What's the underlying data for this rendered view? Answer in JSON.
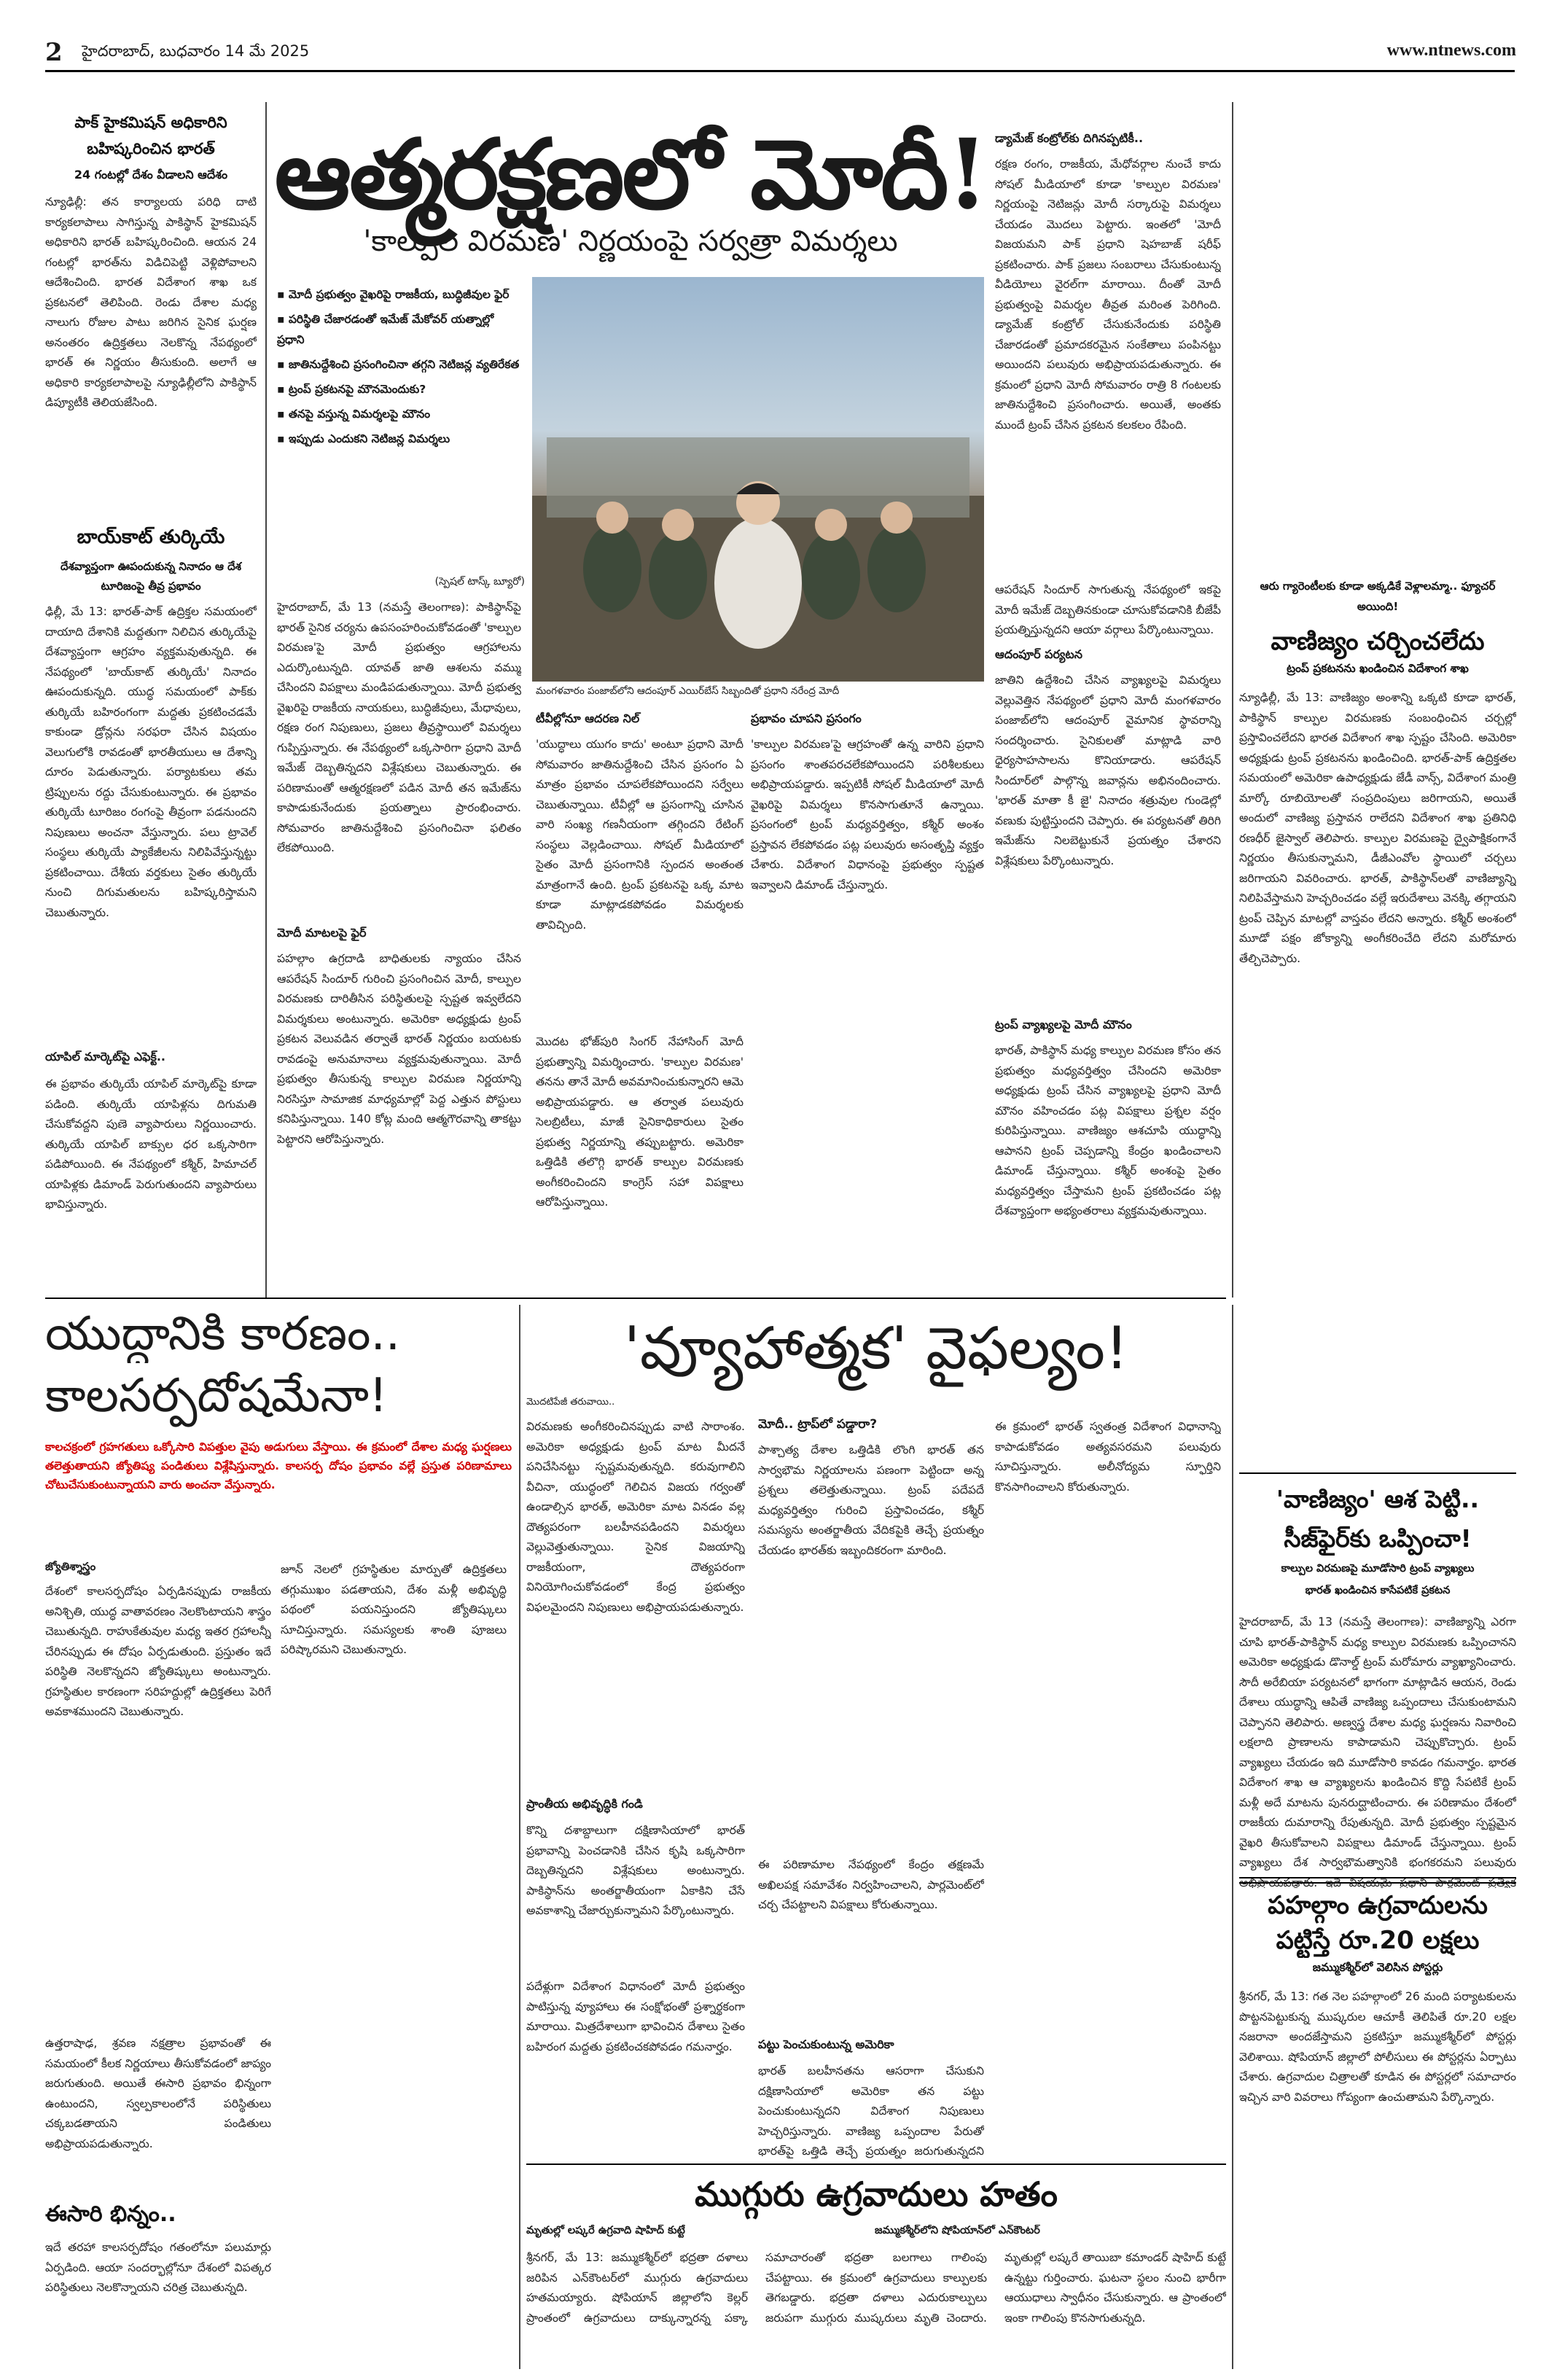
{
  "page_header": {
    "page_number": "2",
    "location_date": "హైదరాబాద్‌, బుధవారం 14 మే 2025",
    "website": "www.ntnews.com"
  },
  "col1_top": {
    "headline": "పాక్‌ హైకమిషన్‌ అధికారిని బహిష్కరించిన భారత్‌",
    "subhead": "24 గంటల్లో దేశం వీడాలని ఆదేశం",
    "body": "న్యూఢిల్లీ: తన కార్యాలయ పరిధి దాటి కార్యకలాపాలు సాగిస్తున్న పాకిస్థాన్‌ హైకమిషన్‌ అధికారిని భారత్‌ బహిష్కరించింది. ఆయన 24 గంటల్లో భారత్‌ను విడిచిపెట్టి వెళ్లిపోవాలని ఆదేశించింది. భారత విదేశాంగ శాఖ ఒక ప్రకటనలో తెలిపింది. రెండు దేశాల మధ్య నాలుగు రోజుల పాటు జరిగిన సైనిక ఘర్షణ అనంతరం ఉద్రిక్తతలు నెలకొన్న నేపథ్యంలో భారత్‌ ఈ నిర్ణయం తీసుకుంది. అలాగే ఆ అధికారి కార్యకలాపాలపై న్యూఢిల్లీలోని పాకిస్థాన్‌ డిప్యూటీకి తెలియజేసింది."
  },
  "col1_boycott": {
    "headline": "బాయ్‌కాట్‌ తుర్కియే",
    "subhead": "దేశవ్యాప్తంగా ఊపందుకున్న నినాదం ఆ దేశ టూరిజంపై తీవ్ర ప్రభావం",
    "body": "ఢిల్లీ, మే 13: భారత్‌-పాక్‌ ఉద్రిక్తల సమయంలో దాయాది దేశానికి మద్దతుగా నిలిచిన తుర్కియేపై దేశవ్యాప్తంగా ఆగ్రహం వ్యక్తమవుతున్నది. ఈ నేపథ్యంలో 'బాయ్‌కాట్‌ తుర్కియే' నినాదం ఊపందుకున్నది. యుద్ధ సమయంలో పాక్‌కు తుర్కియే బహిరంగంగా మద్దతు ప్రకటించడమే కాకుండా డ్రోన్లను సరఫరా చేసిన విషయం వెలుగులోకి రావడంతో భారతీయులు ఆ దేశాన్ని దూరం పెడుతున్నారు. పర్యాటకులు తమ ట్రిప్పులను రద్దు చేసుకుంటున్నారు. ఈ ప్రభావం తుర్కియే టూరిజం రంగంపై తీవ్రంగా పడనుందని నిపుణులు అంచనా వేస్తున్నారు. పలు ట్రావెల్‌ సంస్థలు తుర్కియే ప్యాకేజీలను నిలిపివేస్తున్నట్టు ప్రకటించాయి. దేశీయ వర్తకులు సైతం తుర్కియే నుంచి దిగుమతులను బహిష్కరిస్తామని చెబుతున్నారు.",
    "sub2": "యాపిల్‌ మార్కెట్‌పై ఎఫెక్ట్‌..",
    "body2": "ఈ ప్రభావం తుర్కియే యాపిల్‌ మార్కెట్‌పై కూడా పడింది. తుర్కియే యాపిళ్లను దిగుమతి చేసుకోవద్దని పుణె వ్యాపారులు నిర్ణయించారు. తుర్కియే యాపిల్‌ బాక్సుల ధర ఒక్కసారిగా పడిపోయింది. ఈ నేపథ్యంలో కశ్మీర్‌, హిమాచల్‌ యాపిళ్లకు డిమాండ్‌ పెరుగుతుందని వ్యాపారులు భావిస్తున్నారు."
  },
  "main_story": {
    "headline": "ఆత్మరక్షణలో మోదీ!",
    "subheadline": "'కాల్పుల విరమణ' నిర్ణయంపై సర్వత్రా విమర్శలు",
    "bullets": [
      "మోదీ ప్రభుత్వం వైఖరిపై రాజకీయ, బుద్ధిజీవుల ఫైర్‌",
      "పరిస్థితి చేజారడంతో ఇమేజ్‌ మేకోవర్‌ యత్నాల్లో ప్రధాని",
      "జాతినుద్దేశించి ప్రసంగించినా తగ్గని నెటిజన్ల వ్యతిరేకత",
      "ట్రంప్‌ ప్రకటనపై మౌనమెందుకు?",
      "తనపై వస్తున్న విమర్శలపై మౌనం",
      "ఇప్పుడు ఎందుకని నెటిజన్ల విమర్శలు"
    ],
    "byline": "(స్పెషల్‌ టాస్క్‌ బ్యూరో)",
    "body_a": "హైదరాబాద్‌, మే 13 (నమస్తే తెలంగాణ): పాకిస్థాన్‌పై భారత్‌ సైనిక చర్యను ఉపసంహరించుకోవడంతో 'కాల్పుల విరమణ'పై మోదీ ప్రభుత్వం ఆగ్రహాలను ఎదుర్కొంటున్నది. యావత్‌ జాతి ఆశలను వమ్ము చేసిందని విపక్షాలు మండిపడుతున్నాయి. మోదీ ప్రభుత్వ వైఖరిపై రాజకీయ నాయకులు, బుద్ధిజీవులు, మేధావులు, రక్షణ రంగ నిపుణులు, ప్రజలు తీవ్రస్థాయిలో విమర్శలు గుప్పిస్తున్నారు. ఈ నేపథ్యంలో ఒక్కసారిగా ప్రధాని మోదీ ఇమేజ్‌ దెబ్బతిన్నదని విశ్లేషకులు చెబుతున్నారు. ఈ పరిణామంతో ఆత్మరక్షణలో పడిన మోదీ తన ఇమేజ్‌ను కాపాడుకునేందుకు ప్రయత్నాలు ప్రారంభించారు. సోమవారం జాతినుద్దేశించి ప్రసంగించినా ఫలితం లేకపోయింది.",
    "sub_b": "మోదీ మాటలపై ఫైర్‌",
    "body_b": "పహల్గాం ఉగ్రదాడి బాధితులకు న్యాయం చేసిన ఆపరేషన్‌ సిందూర్‌ గురించి ప్రసంగించిన మోదీ, కాల్పుల విరమణకు దారితీసిన పరిస్థితులపై స్పష్టత ఇవ్వలేదని విమర్శకులు అంటున్నారు. అమెరికా అధ్యక్షుడు ట్రంప్‌ ప్రకటన వెలువడిన తర్వాతే భారత్‌ నిర్ణయం బయటకు రావడంపై అనుమానాలు వ్యక్తమవుతున్నాయి. మోదీ ప్రభుత్వం తీసుకున్న కాల్పుల విరమణ నిర్ణయాన్ని నిరసిస్తూ సామాజిక మాధ్యమాల్లో పెద్ద ఎత్తున పోస్టులు కనిపిస్తున్నాయి. 140 కోట్ల మంది ఆత్మగౌరవాన్ని తాకట్టు పెట్టారని ఆరోపిస్తున్నారు.",
    "photo_caption": "మంగళవారం పంజాబ్‌లోని ఆదంపూర్‌ ఎయిర్‌బేస్‌ సిబ్బందితో ప్రధాని నరేంద్ర మోదీ",
    "sub_c": "టీవీల్లోనూ ఆదరణ నిల్‌",
    "body_c": "'యుద్ధాలు యుగం కాదు' అంటూ ప్రధాని మోదీ సోమవారం జాతినుద్దేశించి చేసిన ప్రసంగం ఏ మాత్రం ప్రభావం చూపలేకపోయిందని సర్వేలు చెబుతున్నాయి. టీవీల్లో ఆ ప్రసంగాన్ని చూసిన వారి సంఖ్య గణనీయంగా తగ్గిందని రేటింగ్‌ సంస్థలు వెల్లడించాయి. సోషల్‌ మీడియాలో సైతం మోదీ ప్రసంగానికి స్పందన అంతంత మాత్రంగానే ఉంది. ట్రంప్‌ ప్రకటనపై ఒక్క మాట కూడా మాట్లాడకపోవడం విమర్శలకు తావిచ్చింది.",
    "body_d": "మొదట భోజ్‌పురి సింగర్‌ నేహాసింగ్‌ మోదీ ప్రభుత్వాన్ని విమర్శించారు. 'కాల్పుల విరమణ' తనను తానే మోదీ అవమానించుకున్నారని ఆమె అభిప్రాయపడ్డారు. ఆ తర్వాత పలువురు సెలబ్రిటీలు, మాజీ సైనికాధికారులు సైతం ప్రభుత్వ నిర్ణయాన్ని తప్పుబట్టారు. అమెరికా ఒత్తిడికి తలొగ్గి భారత్‌ కాల్పుల విరమణకు అంగీకరించిందని కాంగ్రెస్‌ సహా విపక్షాలు ఆరోపిస్తున్నాయి.",
    "sub_e": "ప్రభావం చూపని ప్రసంగం",
    "body_e": "'కాల్పుల విరమణ'పై ఆగ్రహంతో ఉన్న వారిని ప్రధాని ప్రసంగం శాంతపరచలేకపోయిందని పరిశీలకులు అభిప్రాయపడ్డారు. ఇప్పటికీ సోషల్‌ మీడియాలో మోదీ వైఖరిపై విమర్శలు కొనసాగుతూనే ఉన్నాయి. ప్రసంగంలో ట్రంప్‌ మధ్యవర్తిత్వం, కశ్మీర్‌ అంశం ప్రస్తావన లేకపోవడం పట్ల పలువురు అసంతృప్తి వ్యక్తం చేశారు. విదేశాంగ విధానంపై ప్రభుత్వం స్పష్టత ఇవ్వాలని డిమాండ్‌ చేస్తున్నారు.",
    "sub_f": "డ్యామేజ్‌ కంట్రోల్‌కు దిగినప్పటికీ..",
    "body_f": "రక్షణ రంగం, రాజకీయ, మేధోవర్గాల నుంచే కాదు సోషల్‌ మీడియాలో కూడా 'కాల్పుల విరమణ' నిర్ణయంపై నెటిజన్లు మోదీ సర్కారుపై విమర్శలు చేయడం మొదలు పెట్టారు. ఇంతలో 'మోదీ విజయమని పాక్‌ ప్రధాని షెహబాజ్‌ షరీఫ్‌ ప్రకటించారు. పాక్‌ ప్రజలు సంబరాలు చేసుకుంటున్న వీడియోలు వైరల్‌గా మారాయి. దీంతో మోదీ ప్రభుత్వంపై విమర్శల తీవ్రత మరింత పెరిగింది. డ్యామేజ్‌ కంట్రోల్‌ చేసుకునేందుకు పరిస్థితి చేజారడంతో ప్రమాదకరమైన సంకేతాలు పంపినట్టు అయిందని పలువురు అభిప్రాయపడుతున్నారు. ఈ క్రమంలో ప్రధాని మోదీ సోమవారం రాత్రి 8 గంటలకు జాతినుద్దేశించి ప్రసంగించారు. అయితే, అంతకు ముందే ట్రంప్‌ చేసిన ప్రకటన కలకలం రేపింది.",
    "body_g": "ఆపరేషన్‌ సిందూర్‌ సాగుతున్న నేపథ్యంలో ఇకపై మోదీ ఇమేజ్‌ దెబ్బతినకుండా చూసుకోవడానికి బీజేపీ ప్రయత్నిస్తున్నదని ఆయా వర్గాలు పేర్కొంటున్నాయి.",
    "sub_h": "ఆదంపూర్‌ పర్యటన",
    "body_h": "జాతిని ఉద్దేశించి చేసిన వ్యాఖ్యలపై విమర్శలు వెల్లువెత్తిన నేపథ్యంలో ప్రధాని మోదీ మంగళవారం పంజాబ్‌లోని ఆదంపూర్‌ వైమానిక స్థావరాన్ని సందర్శించారు. సైనికులతో మాట్లాడి వారి ధైర్యసాహసాలను కొనియాడారు. ఆపరేషన్‌ సిందూర్‌లో పాల్గొన్న జవాన్లను అభినందించారు. 'భారత్‌ మాతా కీ జై' నినాదం శత్రువుల గుండెల్లో వణుకు పుట్టిస్తుందని చెప్పారు. ఈ పర్యటనతో తిరిగి ఇమేజ్‌ను నిలబెట్టుకునే ప్రయత్నం చేశారని విశ్లేషకులు పేర్కొంటున్నారు.",
    "sub_i": "ట్రంప్‌ వ్యాఖ్యలపై మోదీ మౌనం",
    "body_i": "భారత్‌, పాకిస్థాన్‌ మధ్య కాల్పుల విరమణ కోసం తన ప్రభుత్వం మధ్యవర్తిత్వం చేసిందని అమెరికా అధ్యక్షుడు ట్రంప్‌ చేసిన వ్యాఖ్యలపై ప్రధాని మోదీ మౌనం వహించడం పట్ల విపక్షాలు ప్రశ్నల వర్షం కురిపిస్తున్నాయి. వాణిజ్యం ఆశచూపి యుద్ధాన్ని ఆపానని ట్రంప్‌ చెప్పడాన్ని కేంద్రం ఖండించాలని డిమాండ్‌ చేస్తున్నాయి. కశ్మీర్‌ అంశంపై సైతం మధ్యవర్తిత్వం చేస్తామని ట్రంప్‌ ప్రకటించడం పట్ల దేశవ్యాప్తంగా అభ్యంతరాలు వ్యక్తమవుతున్నాయి."
  },
  "right_box": {
    "kicker": "ఆరు గ్యారెంటీలకు కూడా అక్కడికే వెళ్లాలమ్మా.. ఫ్యూచర్‌ అయింది!",
    "headline": "వాణిజ్యం చర్చించలేదు",
    "subhead": "ట్రంప్‌ ప్రకటనను ఖండించిన విదేశాంగ శాఖ",
    "body": "న్యూఢిల్లీ, మే 13: వాణిజ్యం అంశాన్ని ఒక్కటి కూడా భారత్‌, పాకిస్థాన్‌ కాల్పుల విరమణకు సంబంధించిన చర్చల్లో ప్రస్తావించలేదని భారత విదేశాంగ శాఖ స్పష్టం చేసింది. అమెరికా అధ్యక్షుడు ట్రంప్‌ ప్రకటనను ఖండించింది. భారత్‌-పాక్‌ ఉద్రిక్తతల సమయంలో అమెరికా ఉపాధ్యక్షుడు జేడీ వాన్స్‌, విదేశాంగ మంత్రి మార్కో రూబియోలతో సంప్రదింపులు జరిగాయని, అయితే అందులో వాణిజ్య ప్రస్తావన రాలేదని విదేశాంగ శాఖ ప్రతినిధి రణధీర్‌ జైస్వాల్‌ తెలిపారు. కాల్పుల విరమణపై ద్వైపాక్షికంగానే నిర్ణయం తీసుకున్నామని, డీజీఎంవోల స్థాయిలో చర్చలు జరిగాయని వివరించారు. భారత్‌, పాకిస్థాన్‌లతో వాణిజ్యాన్ని నిలిపివేస్తామని హెచ్చరించడం వల్లే ఇరుదేశాలు వెనక్కి తగ్గాయని ట్రంప్‌ చెప్పిన మాటల్లో వాస్తవం లేదని అన్నారు. కశ్మీర్‌ అంశంలో మూడో పక్షం జోక్యాన్ని అంగీకరించేది లేదని మరోమారు తేల్చిచెప్పారు."
  },
  "right_mid": {
    "headline": "'వాణిజ్యం' ఆశ పెట్టి.. సీజ్‌ఫైర్‌కు ఒప్పించా!",
    "subhead": "కాల్పుల విరమణపై మూడోసారి ట్రంప్‌ వ్యాఖ్యలు",
    "subhead2": "భారత్‌ ఖండించిన కాసేపటికే ప్రకటన",
    "body": "హైదరాబాద్‌, మే 13 (నమస్తే తెలంగాణ): వాణిజ్యాన్ని ఎరగా చూపి భారత్‌-పాకిస్థాన్‌ మధ్య కాల్పుల విరమణకు ఒప్పించానని అమెరికా అధ్యక్షుడు డొనాల్డ్‌ ట్రంప్‌ మరోమారు వ్యాఖ్యానించారు. సౌదీ అరేబియా పర్యటనలో భాగంగా మాట్లాడిన ఆయన, రెండు దేశాలు యుద్ధాన్ని ఆపితే వాణిజ్య ఒప్పందాలు చేసుకుంటామని చెప్పానని తెలిపారు. అణ్వస్త్ర దేశాల మధ్య ఘర్షణను నివారించి లక్షలాది ప్రాణాలను కాపాడామని చెప్పుకొచ్చారు. ట్రంప్‌ వ్యాఖ్యలు చేయడం ఇది మూడోసారి కావడం గమనార్హం. భారత విదేశాంగ శాఖ ఆ వ్యాఖ్యలను ఖండించిన కొద్ది సేపటికే ట్రంప్‌ మళ్లీ అదే మాటను పునరుద్ఘాటించారు. ఈ పరిణామం దేశంలో రాజకీయ దుమారాన్ని రేపుతున్నది. మోదీ ప్రభుత్వం స్పష్టమైన వైఖరి తీసుకోవాలని విపక్షాలు డిమాండ్‌ చేస్తున్నాయి. ట్రంప్‌ వ్యాఖ్యలు దేశ సార్వభౌమత్వానికి భంగకరమని పలువురు అభిప్రాయపడ్డారు. ఇదే విషయమై ప్రధాని పార్లమెంట్‌ ప్రత్యేక సమావేశం ఏర్పాటు చేయాలని కోరుతున్నారు."
  },
  "right_bottom": {
    "headline": "పహల్గాం ఉగ్రవాదులను పట్టిస్తే రూ.20 లక్షలు",
    "subhead": "జమ్ముకశ్మీర్‌లో వెలిసిన పోస్టర్లు",
    "body": "శ్రీనగర్‌, మే 13: గత నెల పహల్గాంలో 26 మంది పర్యాటకులను పొట్టనపెట్టుకున్న ముష్కరుల ఆచూకీ తెలిపితే రూ.20 లక్షల నజరానా అందజేస్తామని ప్రకటిస్తూ జమ్ముకశ్మీర్‌లో పోస్టర్లు వెలిశాయి. షోపియాన్‌ జిల్లాలో పోలీసులు ఈ పోస్టర్లను ఏర్పాటు చేశారు. ఉగ్రవాదుల చిత్రాలతో కూడిన ఈ పోస్టర్లలో సమాచారం ఇచ్చిన వారి వివరాలు గోప్యంగా ఉంచుతామని పేర్కొన్నారు."
  },
  "astro_story": {
    "headline_line1": "యుద్ధానికి కారణం..",
    "headline_line2": "కాలసర్పదోషమేనా!",
    "kicker": "కాలచక్రంలో గ్రహగతులు ఒక్కోసారి విపత్తుల వైపు అడుగులు వేస్తాయి. ఈ క్రమంలో దేశాల మధ్య ఘర్షణలు తలెత్తుతాయని జ్యోతిష్య పండితులు విశ్లేషిస్తున్నారు. కాలసర్ప దోషం ప్రభావం వల్లే ప్రస్తుత పరిణామాలు చోటుచేసుకుంటున్నాయని వారు అంచనా వేస్తున్నారు.",
    "byline": "జ్యోతిశ్శాస్త్రం",
    "body1": "దేశంలో కాలసర్పదోషం ఏర్పడినప్పుడు రాజకీయ అనిశ్చితి, యుద్ధ వాతావరణం నెలకొంటాయని శాస్త్రం చెబుతున్నది. రాహుకేతువుల మధ్య ఇతర గ్రహాలన్నీ చేరినప్పుడు ఈ దోషం ఏర్పడుతుంది. ప్రస్తుతం ఇదే పరిస్థితి నెలకొన్నదని జ్యోతిష్కులు అంటున్నారు. గ్రహస్థితుల కారణంగా సరిహద్దుల్లో ఉద్రిక్తతలు పెరిగే అవకాశముందని చెబుతున్నారు.",
    "sub2": "ఈసారి భిన్నం..",
    "body2": "ఇదే తరహా కాలసర్పదోషం గతంలోనూ పలుమార్లు ఏర్పడింది. ఆయా సందర్భాల్లోనూ దేశంలో విపత్కర పరిస్థితులు నెలకొన్నాయని చరిత్ర చెబుతున్నది.",
    "body3": "ఉత్తరాషాఢ, శ్రవణ నక్షత్రాల ప్రభావంతో ఈ సమయంలో కీలక నిర్ణయాలు తీసుకోవడంలో జాప్యం జరుగుతుంది. అయితే ఈసారి ప్రభావం భిన్నంగా ఉంటుందని, స్వల్పకాలంలోనే పరిస్థితులు చక్కబడతాయని పండితులు అభిప్రాయపడుతున్నారు.",
    "body4": "జూన్‌ నెలలో గ్రహస్థితుల మార్పుతో ఉద్రిక్తతలు తగ్గుముఖం పడతాయని, దేశం మళ్లీ అభివృద్ధి పథంలో పయనిస్తుందని జ్యోతిష్కులు సూచిస్తున్నారు. సమస్యలకు శాంతి పూజలు పరిష్కారమని చెబుతున్నారు."
  },
  "strategy_story": {
    "headline": "'వ్యూహాత్మక' వైఫల్యం!",
    "kicker": "మొదటిపేజీ తరువాయి..",
    "body1": "విరమణకు అంగీకరించినప్పుడు వాటి సారాంశం. అమెరికా అధ్యక్షుడు ట్రంప్‌ మాట మీదనే పనిచేసినట్టు స్పష్టమవుతున్నది. కరువుగాలిని వీచినా, యుద్ధంలో గెలిచిన విజయ గర్వంతో ఉండాల్సిన భారత్‌, అమెరికా మాట వినడం వల్ల దౌత్యపరంగా బలహీనపడిందని విమర్శలు వెల్లువెత్తుతున్నాయి. సైనిక విజయాన్ని రాజకీయంగా, దౌత్యపరంగా వినియోగించుకోవడంలో కేంద్ర ప్రభుత్వం విఫలమైందని నిపుణులు అభిప్రాయపడుతున్నారు.",
    "sub2": "ప్రాంతీయ అభివృద్ధికి గండి",
    "body2": "కొన్ని దశాబ్దాలుగా దక్షిణాసియాలో భారత్‌ ప్రభావాన్ని పెంచడానికి చేసిన కృషి ఒక్కసారిగా దెబ్బతిన్నదని విశ్లేషకులు అంటున్నారు. పాకిస్థాన్‌ను అంతర్జాతీయంగా ఏకాకిని చేసే అవకాశాన్ని చేజార్చుకున్నామని పేర్కొంటున్నారు.",
    "body3": "పదేళ్లుగా విదేశాంగ విధానంలో మోదీ ప్రభుత్వం పాటిస్తున్న వ్యూహాలు ఈ సంక్షోభంతో ప్రశ్నార్థకంగా మారాయి. మిత్రదేశాలుగా భావించిన దేశాలు సైతం బహిరంగ మద్దతు ప్రకటించకపోవడం గమనార్హం.",
    "sub3": "మోదీ.. ట్రాప్‌లో పడ్డారా?",
    "body4": "పాశ్చాత్య దేశాల ఒత్తిడికి లొంగి భారత్‌ తన సార్వభౌమ నిర్ణయాలను పణంగా పెట్టిందా అన్న ప్రశ్నలు తలెత్తుతున్నాయి. ట్రంప్‌ పదేపదే మధ్యవర్తిత్వం గురించి ప్రస్తావించడం, కశ్మీర్‌ సమస్యను అంతర్జాతీయ వేదికపైకి తెచ్చే ప్రయత్నం చేయడం భారత్‌కు ఇబ్బందికరంగా మారింది.",
    "body5": "ఈ పరిణామాల నేపథ్యంలో కేంద్రం తక్షణమే అఖిలపక్ష సమావేశం నిర్వహించాలని, పార్లమెంట్‌లో చర్చ చేపట్టాలని విపక్షాలు కోరుతున్నాయి.",
    "sub4": "పట్టు పెంచుకుంటున్న అమెరికా",
    "body6": "భారత్‌ బలహీనతను ఆసరాగా చేసుకుని దక్షిణాసియాలో అమెరికా తన పట్టు పెంచుకుంటున్నదని విదేశాంగ నిపుణులు హెచ్చరిస్తున్నారు. వాణిజ్య ఒప్పందాల పేరుతో భారత్‌పై ఒత్తిడి తెచ్చే ప్రయత్నం జరుగుతున్నదని అభిప్రాయపడుతున్నారు.",
    "body7": "ఈ క్రమంలో భారత్‌ స్వతంత్ర విదేశాంగ విధానాన్ని కాపాడుకోవడం అత్యవసరమని పలువురు సూచిస్తున్నారు. అలీనోద్యమ స్ఫూర్తిని కొనసాగించాలని కోరుతున్నారు."
  },
  "terrorist_story": {
    "headline": "ముగ్గురు ఉగ్రవాదులు హతం",
    "subhead": "మృతుల్లో లష్కరే ఉగ్రవాది షాహిద్‌ కుట్టే",
    "subhead2": "జమ్ముకశ్మీర్‌లోని షోపియాన్‌లో ఎన్‌కౌంటర్‌",
    "body": "శ్రీనగర్‌, మే 13: జమ్ముకశ్మీర్‌లో భద్రతా దళాలు జరిపిన ఎన్‌కౌంటర్‌లో ముగ్గురు ఉగ్రవాదులు హతమయ్యారు. షోపియాన్‌ జిల్లాలోని కెల్లర్‌ ప్రాంతంలో ఉగ్రవాదులు దాక్కున్నారన్న పక్కా సమాచారంతో భద్రతా బలగాలు గాలింపు చేపట్టాయి. ఈ క్రమంలో ఉగ్రవాదులు కాల్పులకు తెగబడ్డారు. భద్రతా దళాలు ఎదురుకాల్పులు జరుపగా ముగ్గురు ముష్కరులు మృతి చెందారు. మృతుల్లో లష్కరే తాయిబా కమాండర్‌ షాహిద్‌ కుట్టే ఉన్నట్టు గుర్తించారు. ఘటనా స్థలం నుంచి భారీగా ఆయుధాలు స్వాధీనం చేసుకున్నారు. ఆ ప్రాంతంలో ఇంకా గాలింపు కొనసాగుతున్నది."
  }
}
